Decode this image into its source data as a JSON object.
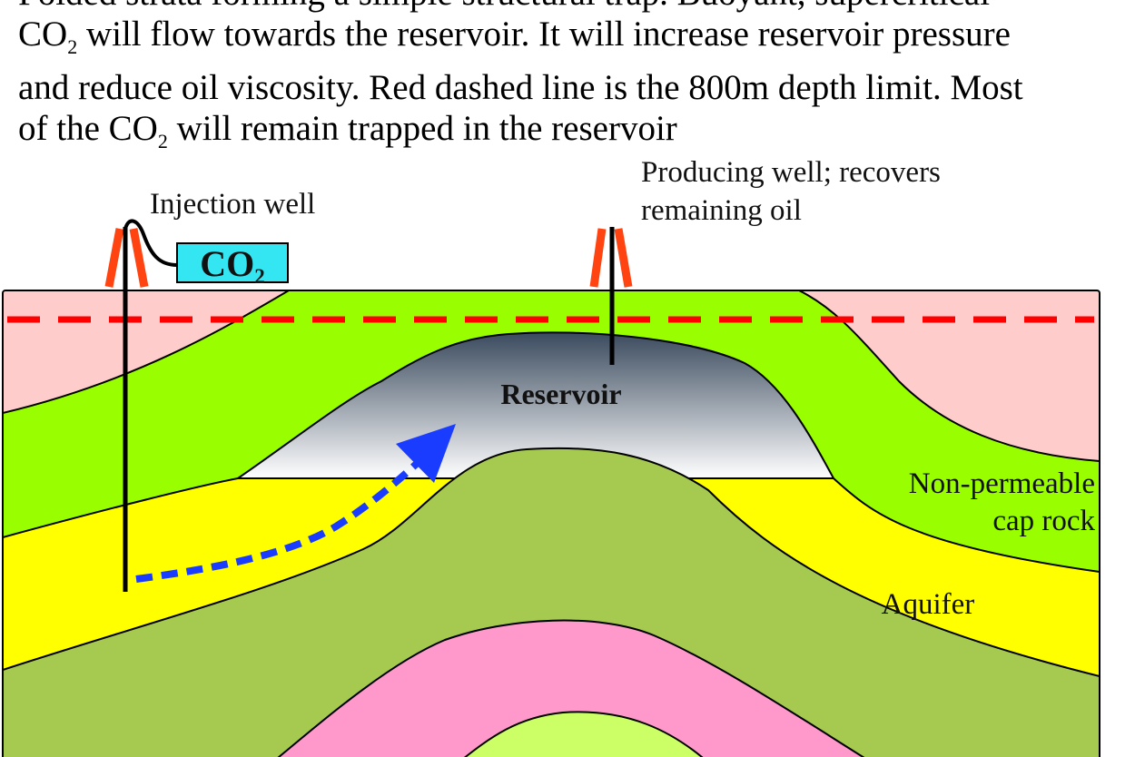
{
  "caption": {
    "line1": "Folded strata forming a simple structural trap. Buoyant, supercritical",
    "line2_pre": "CO",
    "line2_sub": "2",
    "line2_post": " will flow towards the reservoir. It will increase reservoir pressure",
    "line3": "and reduce oil viscosity. Red dashed line is the 800m depth limit. Most",
    "line4_pre": "of the CO",
    "line4_sub": "2",
    "line4_post": " will remain trapped in the reservoir"
  },
  "labels": {
    "injection_well": "Injection well",
    "co2_box_main": "CO",
    "co2_box_sub": "2",
    "producing_well_line1": "Producing well; recovers",
    "producing_well_line2": "remaining oil",
    "reservoir": "Reservoir",
    "cap_rock_line1": "Non-permeable",
    "cap_rock_line2": "cap rock",
    "aquifer": "Aquifer"
  },
  "colors": {
    "surface_pink": "#ffcccc",
    "cap_rock_green": "#99ff00",
    "aquifer_yellow": "#ffff00",
    "olive_layer": "#a6c94f",
    "pink_layer": "#ff99cc",
    "light_green_layer": "#ccff66",
    "reservoir_dark": "#3a4a5e",
    "reservoir_light": "#ffffff",
    "co2_box": "#33e6f2",
    "well_rig": "#ff4411",
    "depth_limit_line": "#ff0000",
    "flow_arrow": "#1a3cff"
  }
}
